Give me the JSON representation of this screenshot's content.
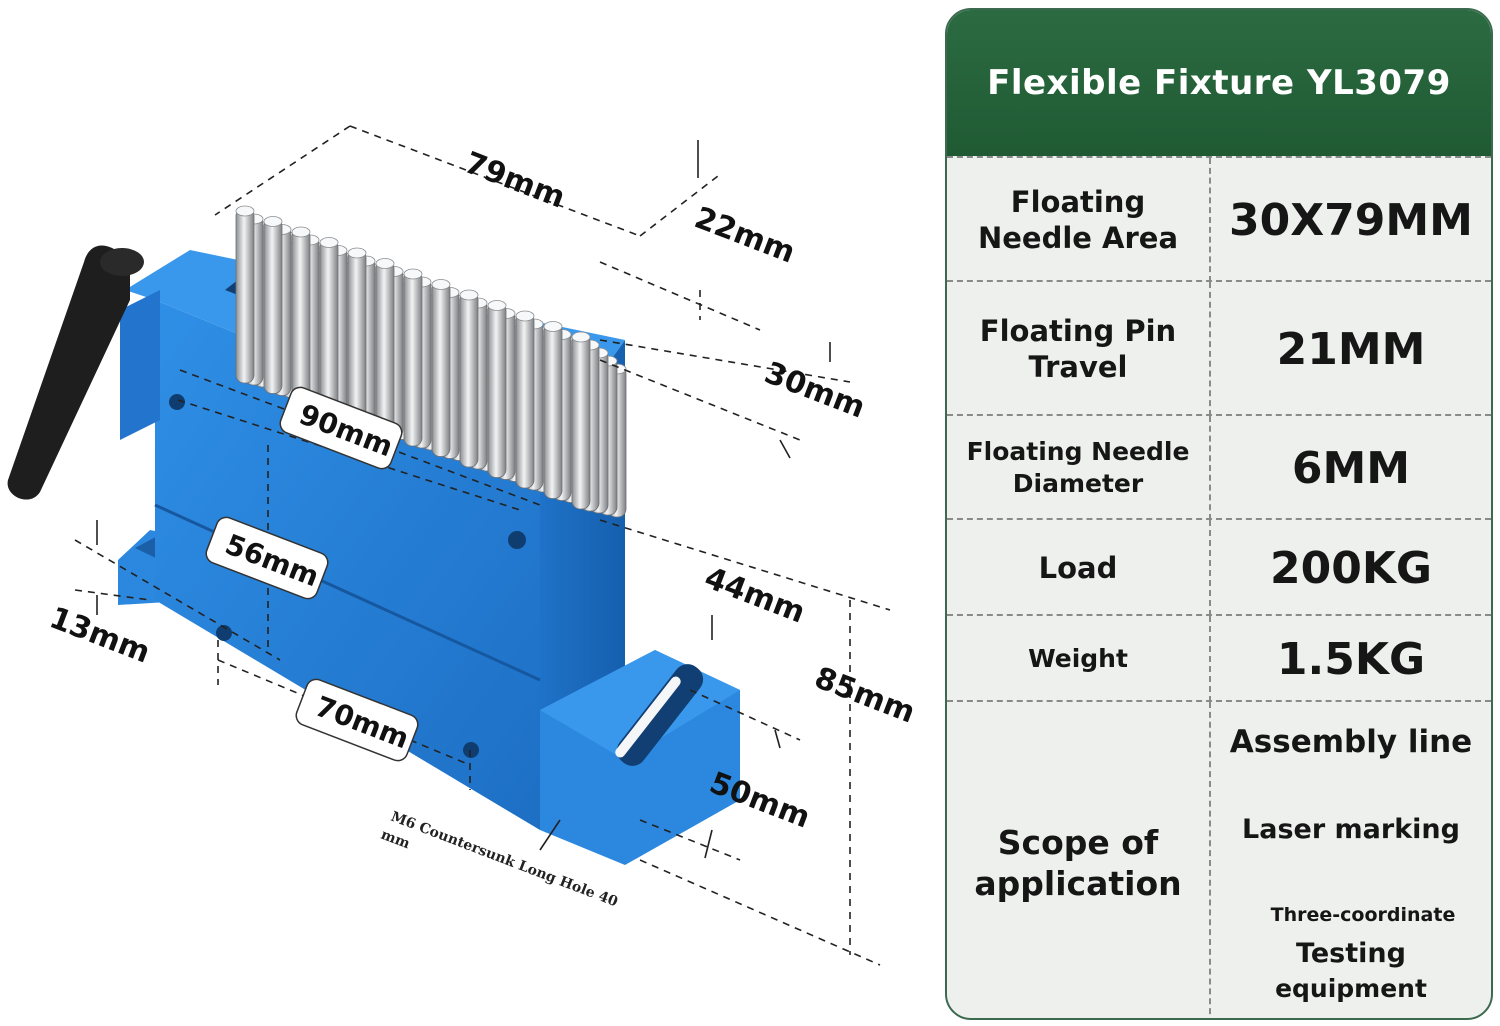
{
  "diagram": {
    "dimensions": {
      "d79": "79mm",
      "d22": "22mm",
      "d30": "30mm",
      "d90": "90mm",
      "d56": "56mm",
      "d13": "13mm",
      "d44": "44mm",
      "d85": "85mm",
      "d70": "70mm",
      "d50": "50mm"
    },
    "note_line1": "M6 Countersunk Long Hole 40",
    "note_line2": "mm"
  },
  "spec": {
    "title": "Flexible Fixture YL3079",
    "rows": [
      {
        "label_l1": "Floating",
        "label_l2": "Needle Area",
        "value": "30X79MM"
      },
      {
        "label_l1": "Floating Pin",
        "label_l2": "Travel",
        "value": "21MM"
      },
      {
        "label_l1": "Floating Needle",
        "label_l2": "Diameter",
        "value": "6MM"
      },
      {
        "label_l1": "Load",
        "value": "200KG"
      },
      {
        "label_l1": "Weight",
        "value": "1.5KG"
      }
    ],
    "scope": {
      "label_l1": "Scope of",
      "label_l2": "application",
      "items": [
        "Assembly line",
        "Laser marking",
        "Three-coordinate",
        "Testing",
        "equipment"
      ]
    }
  },
  "colors": {
    "header_green": "#2c6b42",
    "fixture_blue": "#2a86d8",
    "handle": "#1e1e1e"
  }
}
